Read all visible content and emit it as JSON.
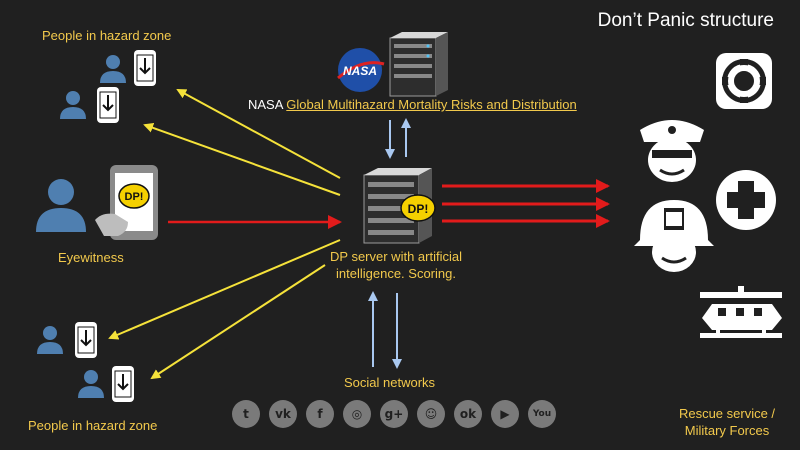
{
  "title": "Don’t Panic structure",
  "labels": {
    "hazard_top": "People in hazard zone",
    "hazard_bottom": "People in hazard zone",
    "eyewitness": "Eyewitness",
    "server": "DP server with artificial intelligence. Scoring.",
    "nasa_prefix": "NASA ",
    "nasa_link": "Global Multihazard Mortality Risks and Distribution",
    "social": "Social networks",
    "rescue": "Rescue service / Military Forces"
  },
  "badges": {
    "dp": "DP!",
    "nasa": "NASA"
  },
  "social_icons": [
    {
      "name": "twitter-icon",
      "glyph": "t"
    },
    {
      "name": "vk-icon",
      "glyph": "vk"
    },
    {
      "name": "facebook-icon",
      "glyph": "f"
    },
    {
      "name": "instagram-icon",
      "glyph": "◎"
    },
    {
      "name": "google-plus-icon",
      "glyph": "g+"
    },
    {
      "name": "smiley-icon",
      "glyph": "☺"
    },
    {
      "name": "odnoklassniki-icon",
      "glyph": "ok"
    },
    {
      "name": "video-icon",
      "glyph": "▶"
    },
    {
      "name": "youtube-icon",
      "glyph": "You"
    }
  ],
  "colors": {
    "background": "#202020",
    "yellow_arrow": "#f5e23a",
    "red_arrow": "#e21b1b",
    "blue_arrow": "#a9c8f0",
    "label_yellow": "#f2c94c",
    "person": "#4f7fb0"
  }
}
